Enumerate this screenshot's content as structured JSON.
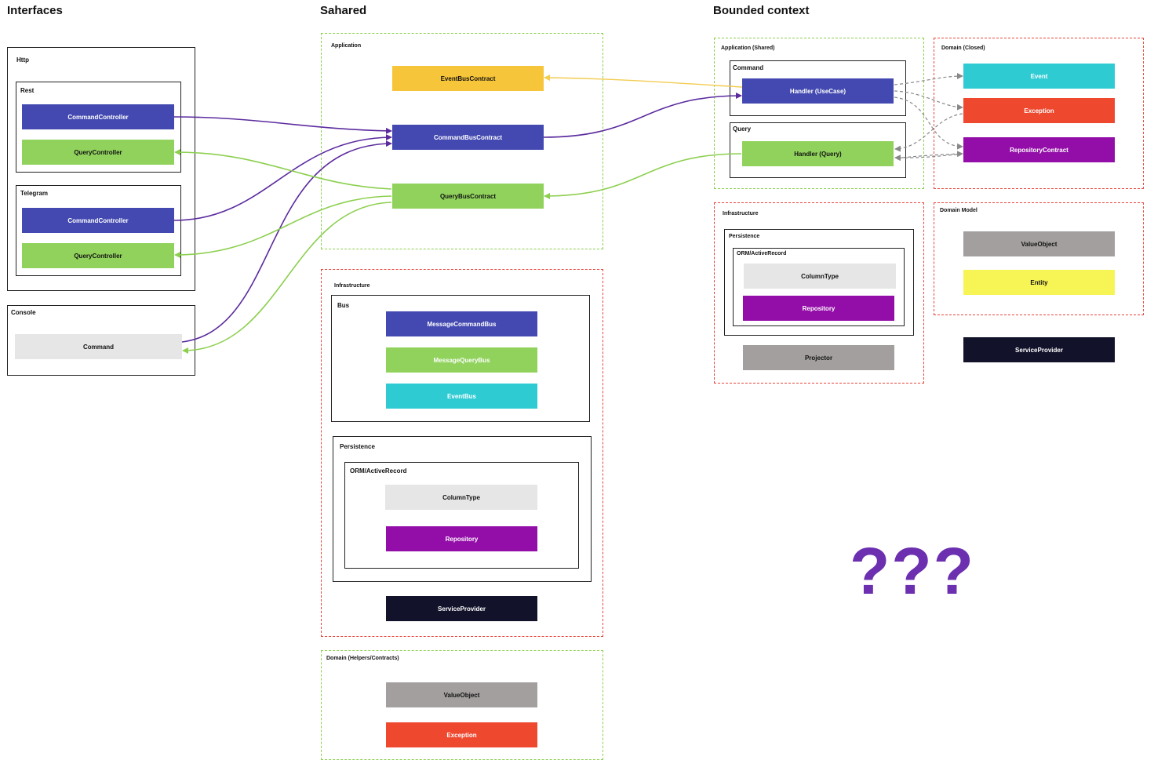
{
  "columns": {
    "interfaces": "Interfaces",
    "shared": "Sahared",
    "bounded": "Bounded context"
  },
  "interfaces": {
    "http": {
      "title": "Http",
      "rest": {
        "title": "Rest",
        "command_controller": "CommandController",
        "query_controller": "QueryController"
      },
      "telegram": {
        "title": "Telegram",
        "command_controller": "CommandController",
        "query_controller": "QueryController"
      }
    },
    "console": {
      "title": "Console",
      "command": "Command"
    }
  },
  "shared": {
    "application": {
      "title": "Application",
      "event_bus_contract": "EventBusContract",
      "command_bus_contract": "CommandBusContract",
      "query_bus_contract": "QueryBusContract"
    },
    "infrastructure": {
      "title": "Infrastructure",
      "bus": {
        "title": "Bus",
        "message_command_bus": "MessageCommandBus",
        "message_query_bus": "MessageQueryBus",
        "event_bus": "EventBus"
      },
      "persistence": {
        "title": "Persistence",
        "orm": {
          "title": "ORM/ActiveRecord",
          "column_type": "ColumnType",
          "repository": "Repository"
        }
      },
      "service_provider": "ServiceProvider"
    },
    "domain": {
      "title": "Domain (Helpers/Contracts)",
      "value_object": "ValueObject",
      "exception": "Exception"
    }
  },
  "bounded": {
    "application": {
      "title": "Application (Shared)",
      "command": {
        "title": "Command",
        "handler": "Handler (UseCase)"
      },
      "query": {
        "title": "Query",
        "handler": "Handler (Query)"
      }
    },
    "domain_closed": {
      "title": "Domain (Closed)",
      "event": "Event",
      "exception": "Exception",
      "repository_contract": "RepositoryContract"
    },
    "infrastructure": {
      "title": "Infrastructure",
      "persistence": {
        "title": "Persistence",
        "orm": {
          "title": "ORM/ActiveRecord",
          "column_type": "ColumnType",
          "repository": "Repository"
        }
      },
      "projector": "Projector"
    },
    "domain_model": {
      "title": "Domain Model",
      "value_object": "ValueObject",
      "entity": "Entity"
    },
    "service_provider": "ServiceProvider",
    "unknown": "???"
  },
  "colors": {
    "command": "#4349b0",
    "query": "#90d25c",
    "event": "#2ecbd3",
    "exception": "#ee482f",
    "repository": "#930ea8",
    "value_object": "#a39f9e",
    "entity": "#f7f455",
    "service_provider": "#12122b",
    "column_type": "#e6e6e6",
    "event_bus_contract": "#f7c53a",
    "command_arrow": "#5b2b9e",
    "query_arrow": "#8ccf4f",
    "event_arrow": "#f3cc52",
    "domain_arrow": "#888888",
    "app_border": "#8ccf4f",
    "infra_border": "#e8453a"
  }
}
